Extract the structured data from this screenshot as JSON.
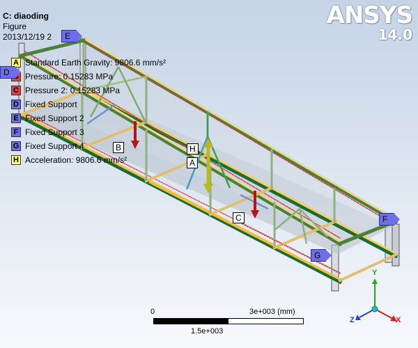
{
  "header": {
    "title": "C: diaoding",
    "subtitle": "Figure",
    "date": "2013/12/19 2"
  },
  "logo": {
    "brand": "ANSYS",
    "version": "14.0"
  },
  "legend": [
    {
      "key": "A",
      "label": "Standard Earth Gravity: 9806.6 mm/s²",
      "color": "#ffff66"
    },
    {
      "key": "B",
      "label": "Pressure: 0.15283 MPa",
      "color": "#e04040"
    },
    {
      "key": "C",
      "label": "Pressure 2: 0.15283 MPa",
      "color": "#e04040"
    },
    {
      "key": "D",
      "label": "Fixed Support",
      "color": "#6e6ee8"
    },
    {
      "key": "E",
      "label": "Fixed Support 2",
      "color": "#6e6ee8"
    },
    {
      "key": "F",
      "label": "Fixed Support 3",
      "color": "#6e6ee8"
    },
    {
      "key": "G",
      "label": "Fixed Support 4",
      "color": "#6e6ee8"
    },
    {
      "key": "H",
      "label": "Acceleration: 9806.6 mm/s²",
      "color": "#ffff66"
    }
  ],
  "model_tags": {
    "support_d": "D",
    "support_e": "E",
    "support_f": "F",
    "support_g": "G",
    "load_b": "B",
    "load_c": "C",
    "load_h": "H",
    "load_a": "A"
  },
  "scale": {
    "start": "0",
    "end": "3e+003 (mm)",
    "mid": "1.5e+003"
  },
  "triad": {
    "x": "X",
    "y": "Y",
    "z": "Z"
  }
}
